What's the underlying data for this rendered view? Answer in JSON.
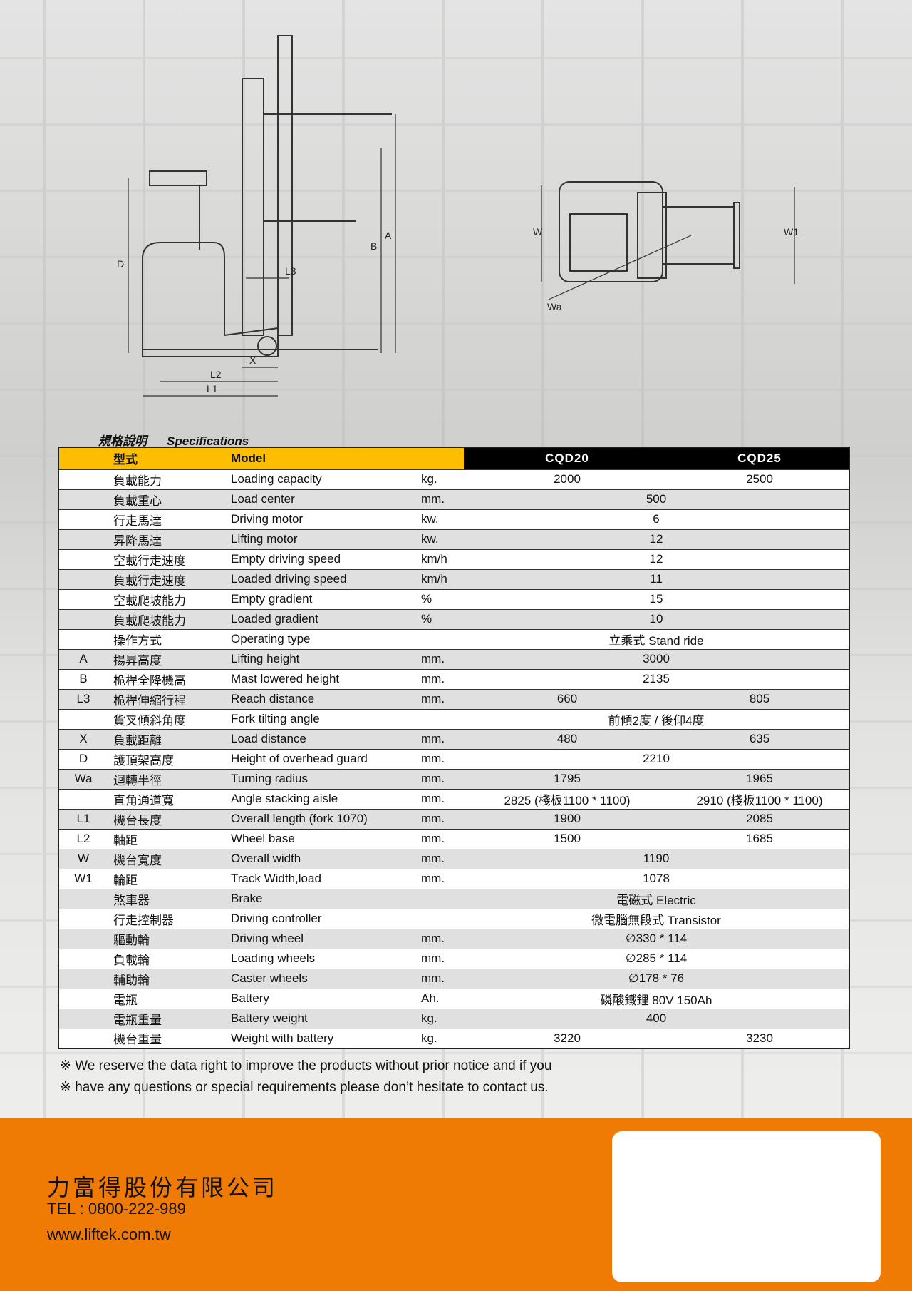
{
  "diagram": {
    "labels": {
      "A": "A",
      "B": "B",
      "D": "D",
      "L3": "L3",
      "X": "X",
      "L2": "L2",
      "L1": "L1",
      "W": "W",
      "W1": "W1",
      "Wa": "Wa"
    }
  },
  "spec_title": {
    "zh": "規格說明",
    "en": "Specifications"
  },
  "table": {
    "header": {
      "zh": "型式",
      "en": "Model",
      "models": [
        "CQD20",
        "CQD25"
      ]
    },
    "rows": [
      [
        "",
        "負載能力",
        "Loading capacity",
        "kg.",
        "2000",
        "2500"
      ],
      [
        "",
        "負載重心",
        "Load center",
        "mm.",
        "500",
        null
      ],
      [
        "",
        "行走馬達",
        "Driving motor",
        "kw.",
        "6",
        null
      ],
      [
        "",
        "昇降馬達",
        "Lifting motor",
        "kw.",
        "12",
        null
      ],
      [
        "",
        "空載行走速度",
        "Empty driving speed",
        "km/h",
        "12",
        null
      ],
      [
        "",
        "負載行走速度",
        "Loaded driving speed",
        "km/h",
        "11",
        null
      ],
      [
        "",
        "空載爬坡能力",
        "Empty gradient",
        "%",
        "15",
        null
      ],
      [
        "",
        "負載爬坡能力",
        "Loaded gradient",
        "%",
        "10",
        null
      ],
      [
        "",
        "操作方式",
        "Operating type",
        "",
        "立乘式 Stand ride",
        null
      ],
      [
        "A",
        "揚昇高度",
        "Lifting height",
        "mm.",
        "3000",
        null
      ],
      [
        "B",
        "桅桿全降機高",
        "Mast lowered height",
        "mm.",
        "2135",
        null
      ],
      [
        "L3",
        "桅桿伸縮行程",
        "Reach distance",
        "mm.",
        "660",
        "805"
      ],
      [
        "",
        "貨叉傾斜角度",
        "Fork tilting angle",
        "",
        "前傾2度 / 後仰4度",
        null
      ],
      [
        "X",
        "負載距離",
        "Load distance",
        "mm.",
        "480",
        "635"
      ],
      [
        "D",
        "護頂架高度",
        "Height of overhead guard",
        "mm.",
        "2210",
        null
      ],
      [
        "Wa",
        "迴轉半徑",
        "Turning radius",
        "mm.",
        "1795",
        "1965"
      ],
      [
        "",
        "直角通道寬",
        "Angle stacking aisle",
        "mm.",
        "2825 (棧板1100 * 1100)",
        "2910 (棧板1100 * 1100)"
      ],
      [
        "L1",
        "機台長度",
        "Overall length (fork 1070)",
        "mm.",
        "1900",
        "2085"
      ],
      [
        "L2",
        "軸距",
        "Wheel base",
        "mm.",
        "1500",
        "1685"
      ],
      [
        "W",
        "機台寬度",
        "Overall width",
        "mm.",
        "1190",
        null
      ],
      [
        "W1",
        "輪距",
        "Track Width,load",
        "mm.",
        "1078",
        null
      ],
      [
        "",
        "煞車器",
        "Brake",
        "",
        "電磁式 Electric",
        null
      ],
      [
        "",
        "行走控制器",
        "Driving controller",
        "",
        "微電腦無段式 Transistor",
        null
      ],
      [
        "",
        "驅動輪",
        "Driving wheel",
        "mm.",
        "∅330 * 114",
        null
      ],
      [
        "",
        "負載輪",
        "Loading wheels",
        "mm.",
        "∅285 * 114",
        null
      ],
      [
        "",
        "輔助輪",
        "Caster wheels",
        "mm.",
        "∅178 * 76",
        null
      ],
      [
        "",
        "電瓶",
        "Battery",
        "Ah.",
        "磷酸鐵鋰 80V 150Ah",
        null
      ],
      [
        "",
        "電瓶重量",
        "Battery weight",
        "kg.",
        "400",
        null
      ],
      [
        "",
        "機台重量",
        "Weight with battery",
        "kg.",
        "3220",
        "3230"
      ]
    ]
  },
  "notes": [
    "※ We reserve the data right to improve the products without prior notice and if you",
    "※ have any questions or special requirements please don’t hesitate to contact us."
  ],
  "footer": {
    "company": "力富得股份有限公司",
    "tel": "TEL : 0800-222-989",
    "website": "www.liftek.com.tw"
  },
  "colors": {
    "header_yellow": "#fdbd00",
    "footer_orange": "#ef7a04"
  }
}
